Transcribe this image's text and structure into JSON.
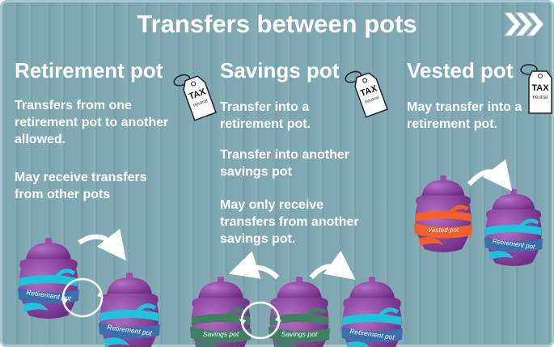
{
  "title": "Transfers between pots",
  "tag": {
    "main": "TAX",
    "sub": "neutral"
  },
  "columns": [
    {
      "heading": "Retirement pot",
      "paragraphs": [
        "Transfers from one retirement pot to another allowed.",
        "May receive transfers from other pots"
      ]
    },
    {
      "heading": "Savings pot",
      "paragraphs": [
        "Transfer into a retirement pot.",
        "Transfer into another savings pot",
        "May only receive transfers from another savings pot."
      ]
    },
    {
      "heading": "Vested pot",
      "paragraphs": [
        "May transfer into a retirement pot."
      ]
    }
  ],
  "pots": {
    "retirement": "Retirement pot",
    "savings": "Savings pot",
    "vested": "Vested pot"
  },
  "colors": {
    "retirement": "#1ec3db",
    "savings": "#3f8062",
    "vested": "#f0602a",
    "pot": "#8e3fa0"
  }
}
